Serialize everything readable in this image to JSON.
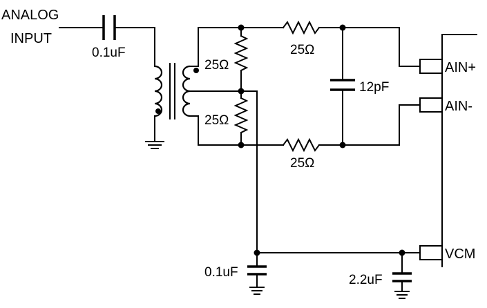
{
  "labels": {
    "analog_input_line1": "ANALOG",
    "analog_input_line2": "INPUT",
    "input_cap": "0.1uF",
    "term_res_top": "25Ω",
    "term_res_bottom": "25Ω",
    "series_res_top": "25Ω",
    "series_res_bottom": "25Ω",
    "diff_cap": "12pF",
    "vcm_cap_left": "0.1uF",
    "vcm_cap_right": "2.2uF"
  },
  "pins": {
    "ain_plus": "AIN+",
    "ain_minus": "AIN-",
    "vcm": "VCM"
  }
}
